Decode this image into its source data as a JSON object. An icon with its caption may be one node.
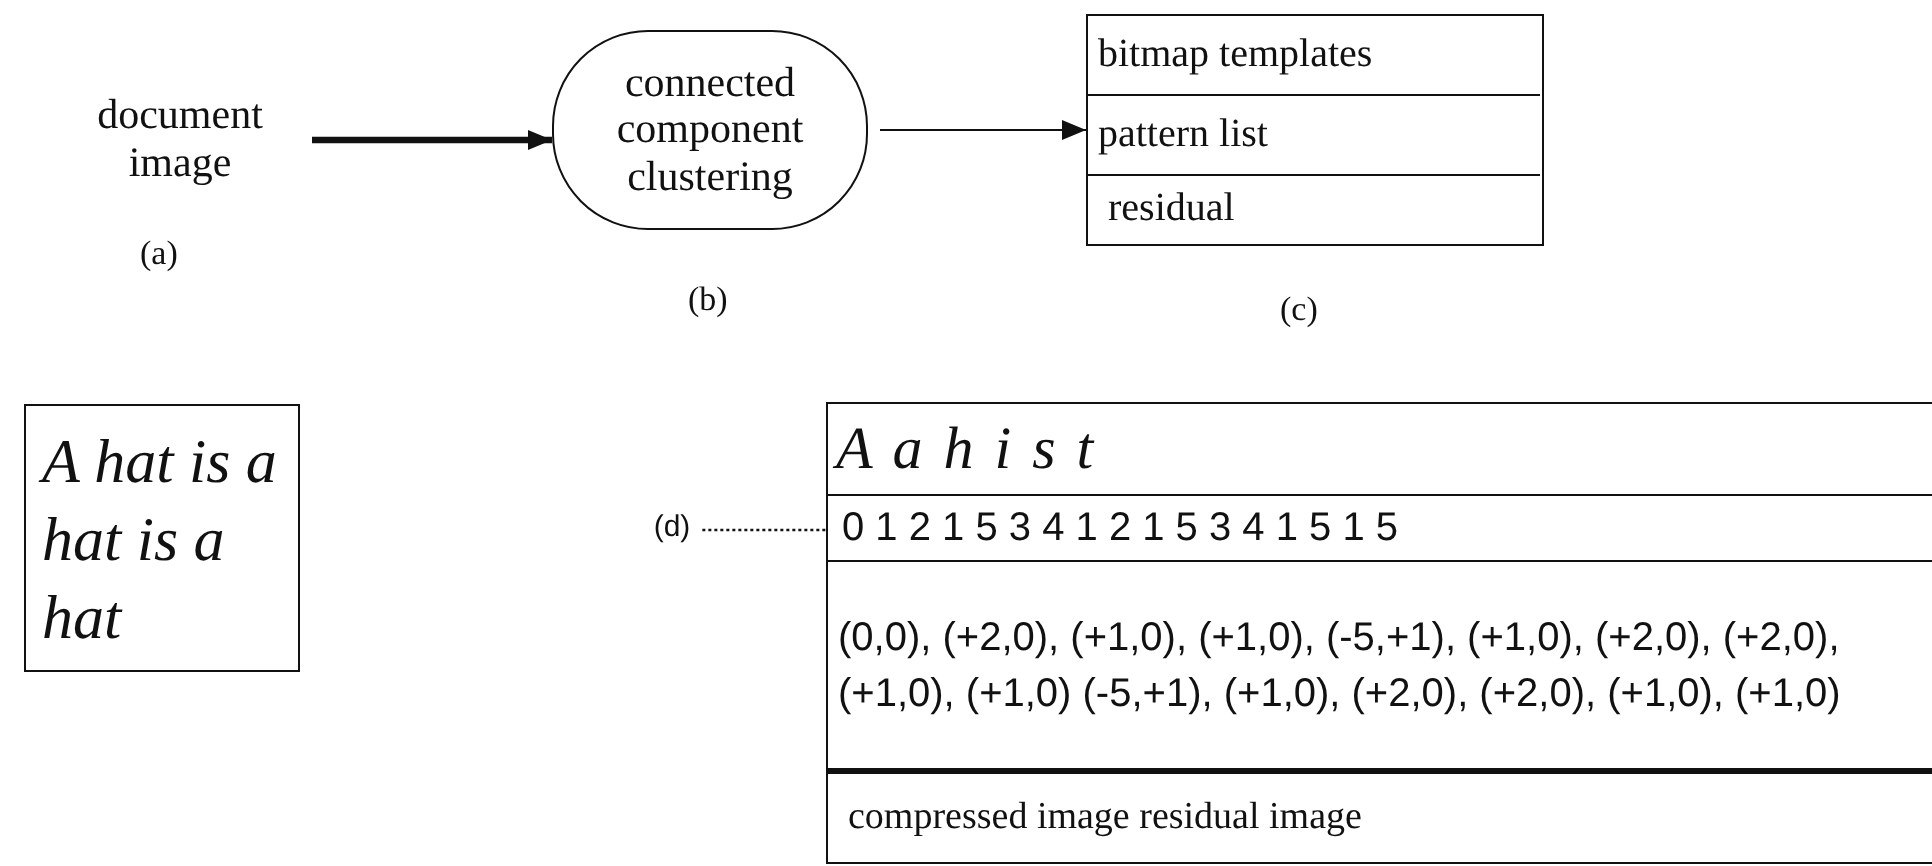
{
  "diagram": {
    "nodes": [
      {
        "text": [
          "document image"
        ],
        "beside": [
          "(a)"
        ]
      },
      {
        "text": [
          "connected component clustering"
        ],
        "beside": [
          "(b)"
        ]
      },
      {
        "text": [],
        "shape": "box",
        "beside": [
          "(c)"
        ]
      },
      {
        "text": [
          "bitmap templates"
        ],
        "in": 2
      },
      {
        "text": [
          "pattern list"
        ],
        "in": 2
      },
      {
        "text": [
          "residual"
        ],
        "in": 2
      },
      {
        "text": [
          "A hat is a hat is a hat"
        ]
      },
      {
        "text": [
          "(d)"
        ]
      },
      {
        "text": [],
        "shape": "box"
      },
      {
        "text": [
          "A a h i s t"
        ],
        "in": 8
      },
      {
        "text": [
          "0 1 2 1 5 3 4 1 2 1 5 3 4 1 5 1 5"
        ],
        "in": 8
      },
      {
        "text": [
          "(0,0), (+2,0), (+1,0), (+1,0), (-5,+1), (+1,0), (+2,0), (+2,0), (+1,0), (+1,0) (-5,+1), (+1,0), (+2,0), (+2,0), (+1,0), (+1,0)"
        ],
        "in": 8
      },
      {
        "text": [
          "compressed image residual image"
        ],
        "in": 8
      }
    ],
    "edges": [
      {
        "from": 0,
        "to": 1,
        "arrow": "to",
        "style": "thick"
      },
      {
        "from": 1,
        "to": 2,
        "arrow": "to"
      },
      {
        "from": 7,
        "to": 8,
        "arrow": "none",
        "style": "dashed"
      }
    ]
  }
}
